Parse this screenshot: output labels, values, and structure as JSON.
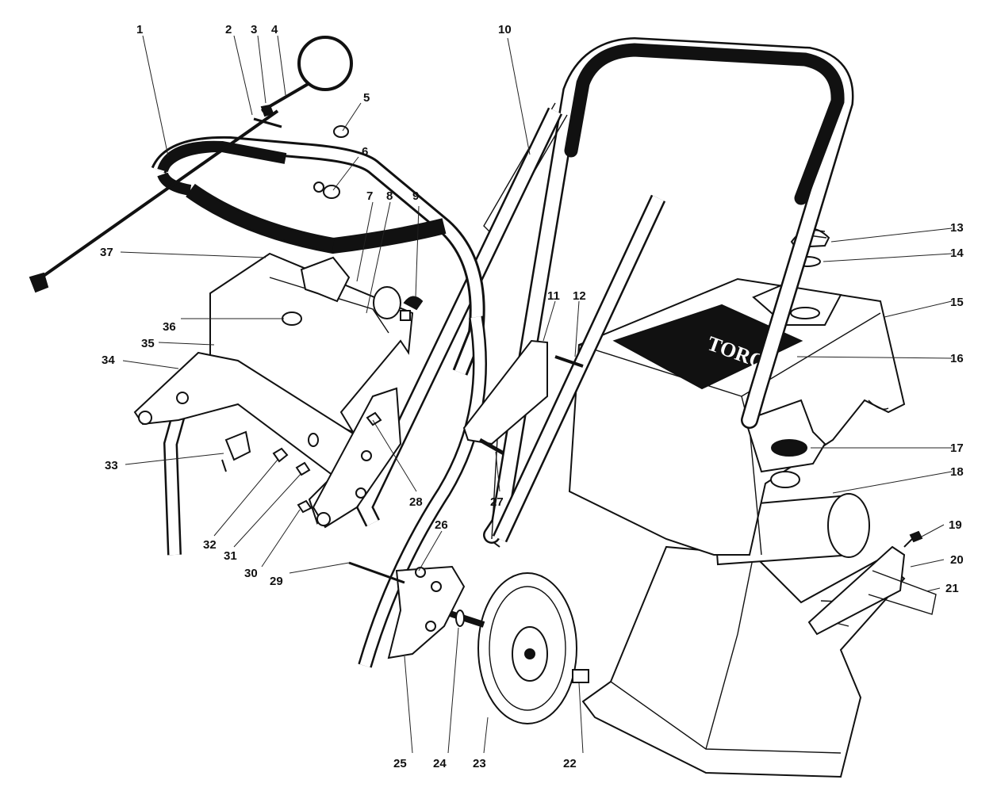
{
  "brand": {
    "logo_text": "TORO"
  },
  "callouts": [
    {
      "num": "1"
    },
    {
      "num": "2"
    },
    {
      "num": "3"
    },
    {
      "num": "4"
    },
    {
      "num": "5"
    },
    {
      "num": "6"
    },
    {
      "num": "7"
    },
    {
      "num": "8"
    },
    {
      "num": "9"
    },
    {
      "num": "10"
    },
    {
      "num": "11"
    },
    {
      "num": "12"
    },
    {
      "num": "13"
    },
    {
      "num": "14"
    },
    {
      "num": "15"
    },
    {
      "num": "16"
    },
    {
      "num": "17"
    },
    {
      "num": "18"
    },
    {
      "num": "19"
    },
    {
      "num": "20"
    },
    {
      "num": "21"
    },
    {
      "num": "22"
    },
    {
      "num": "23"
    },
    {
      "num": "24"
    },
    {
      "num": "25"
    },
    {
      "num": "26"
    },
    {
      "num": "27"
    },
    {
      "num": "28"
    },
    {
      "num": "29"
    },
    {
      "num": "30"
    },
    {
      "num": "31"
    },
    {
      "num": "32"
    },
    {
      "num": "33"
    },
    {
      "num": "34"
    },
    {
      "num": "35"
    },
    {
      "num": "36"
    },
    {
      "num": "37"
    }
  ]
}
